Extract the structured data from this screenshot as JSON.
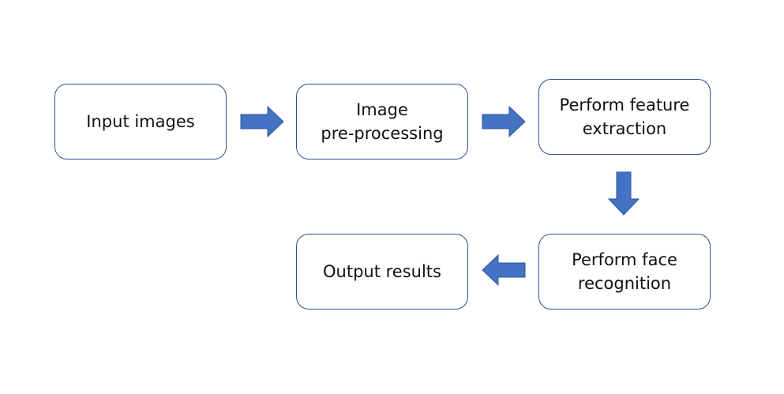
{
  "nodes": {
    "input": {
      "label": "Input images"
    },
    "preprocess": {
      "label": "Image\npre-processing"
    },
    "feature": {
      "label": "Perform feature\nextraction"
    },
    "face": {
      "label": "Perform face\nrecognition"
    },
    "output": {
      "label": "Output results"
    }
  },
  "colors": {
    "box_border": "#2f4f8f",
    "arrow_fill": "#4472c4",
    "arrow_stroke": "#2f5597",
    "text": "#111111"
  }
}
